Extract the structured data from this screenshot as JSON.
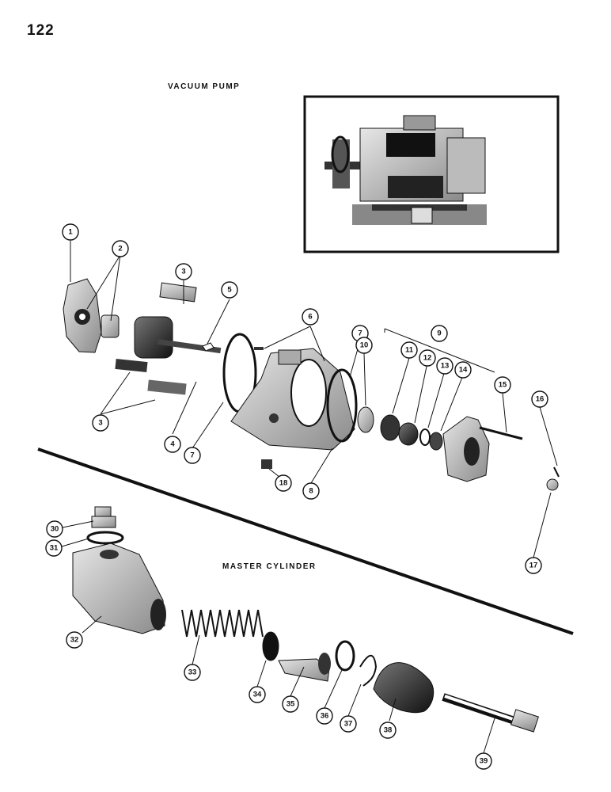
{
  "page_number": "122",
  "vacuum_pump": {
    "title": "VACUUM PUMP",
    "callouts": [
      "1",
      "2",
      "3",
      "3",
      "4",
      "5",
      "6",
      "7",
      "7",
      "8",
      "9",
      "10",
      "11",
      "12",
      "13",
      "14",
      "15",
      "16",
      "17",
      "18"
    ]
  },
  "master_cylinder": {
    "title": "MASTER CYLINDER",
    "callouts": [
      "30",
      "31",
      "32",
      "33",
      "34",
      "35",
      "36",
      "37",
      "38",
      "39"
    ]
  }
}
